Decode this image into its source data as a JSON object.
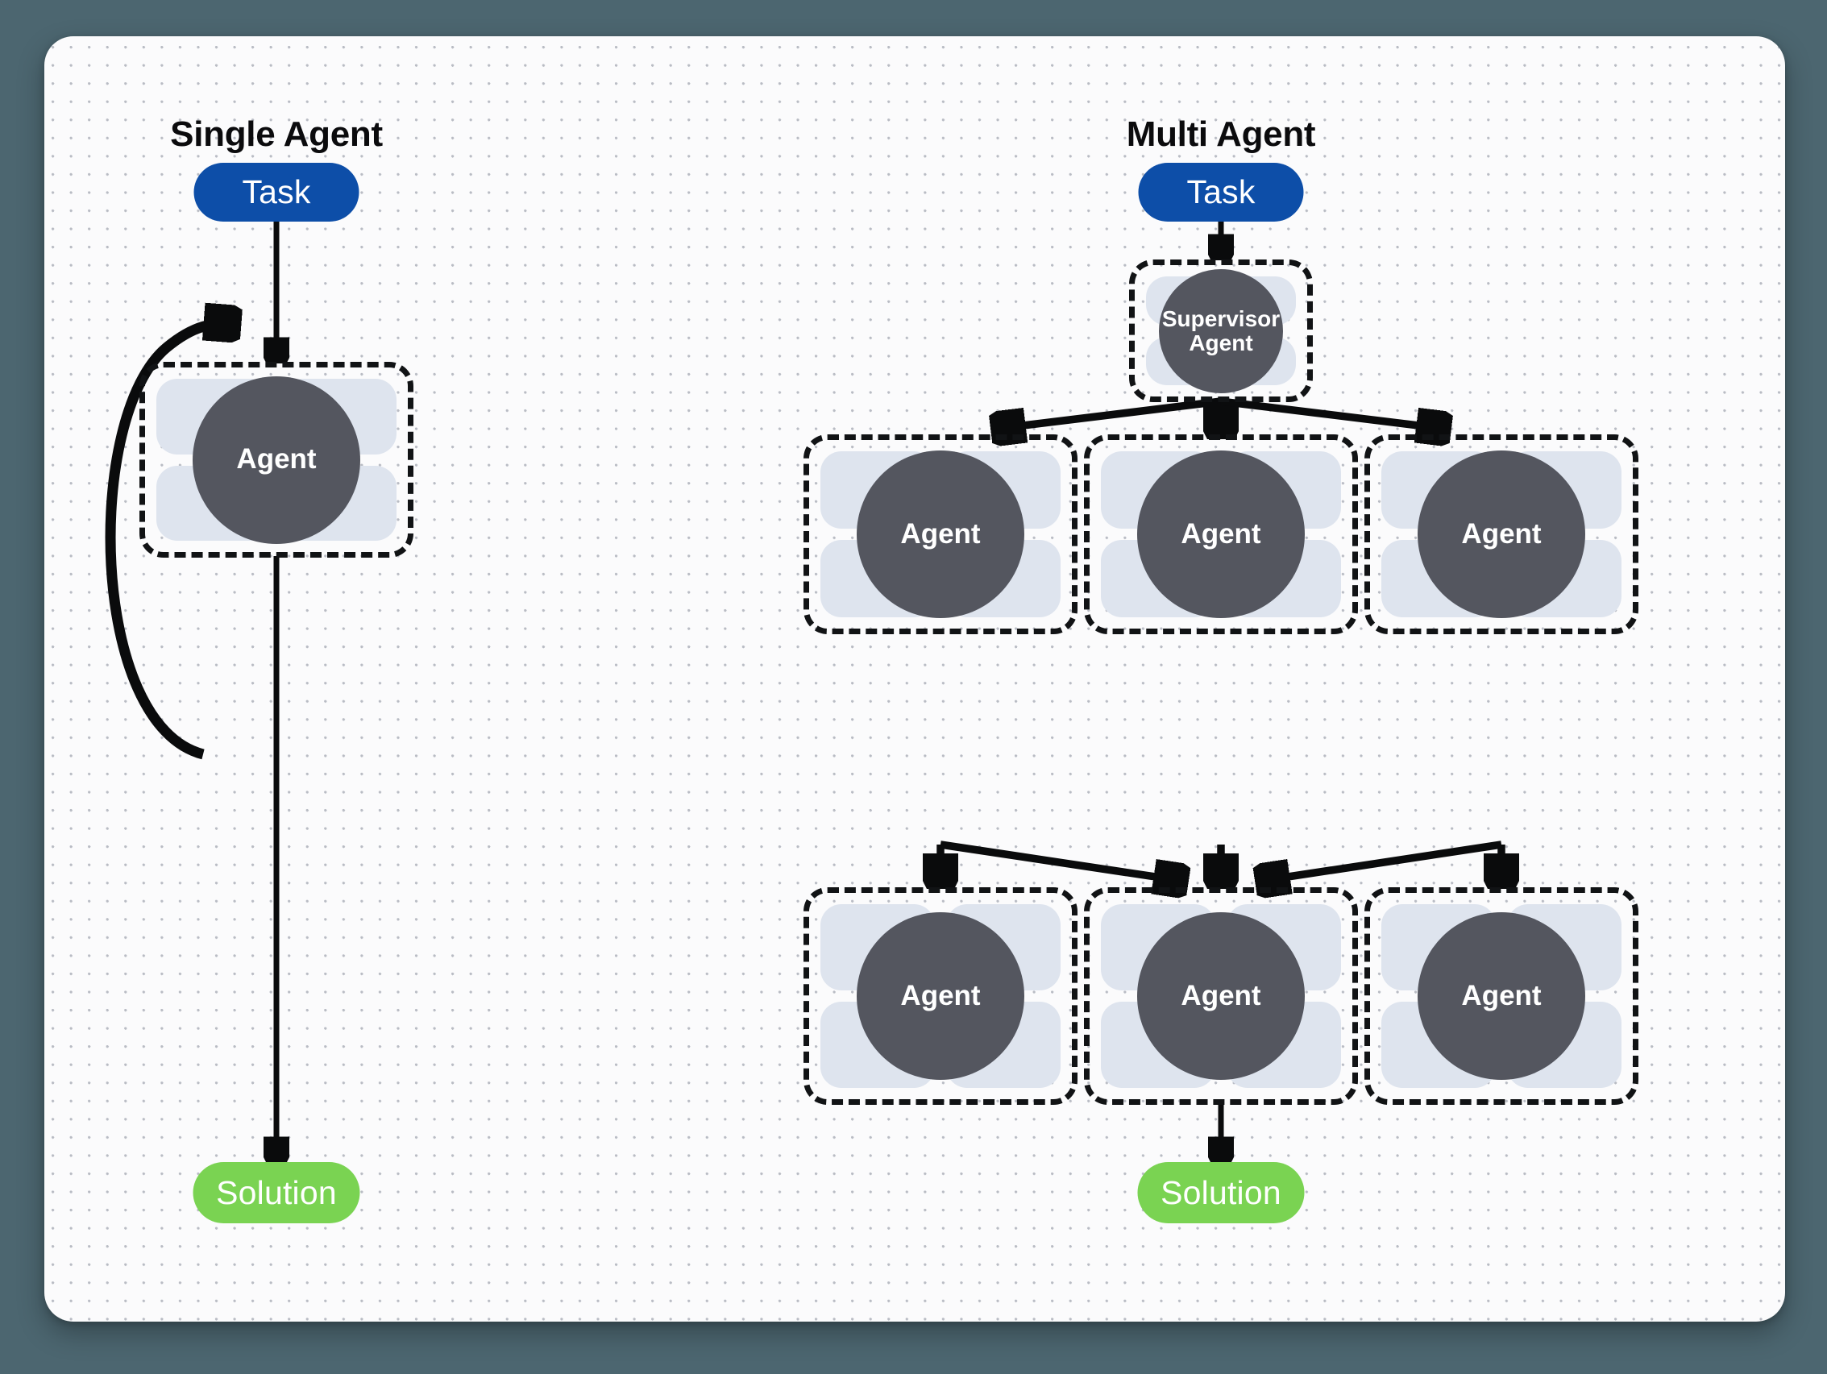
{
  "theme": {
    "outer_background": "#4c6670",
    "canvas_background": "#fbfbfc",
    "dot_color": "#b9bcc4",
    "task_color": "#0d4ea8",
    "solution_color": "#7ad352",
    "agent_circle_color": "#54565f",
    "agent_tile_color": "#dee4ee",
    "stroke_color": "#0a0b0c",
    "title_color": "#0b0b0d"
  },
  "columns": [
    {
      "id": "single",
      "title": "Single Agent"
    },
    {
      "id": "multi",
      "title": "Multi Agent"
    }
  ],
  "single_agent": {
    "title": "Single Agent",
    "task_label": "Task",
    "agent_label": "Agent",
    "solution_label": "Solution",
    "self_loop": true
  },
  "multi_agent": {
    "title": "Multi Agent",
    "task_label": "Task",
    "supervisor_label": "Supervisor\nAgent",
    "solution_label": "Solution",
    "row1_agents": [
      {
        "label": "Agent"
      },
      {
        "label": "Agent"
      },
      {
        "label": "Agent"
      }
    ],
    "row2_agents": [
      {
        "label": "Agent"
      },
      {
        "label": "Agent"
      },
      {
        "label": "Agent"
      }
    ]
  }
}
